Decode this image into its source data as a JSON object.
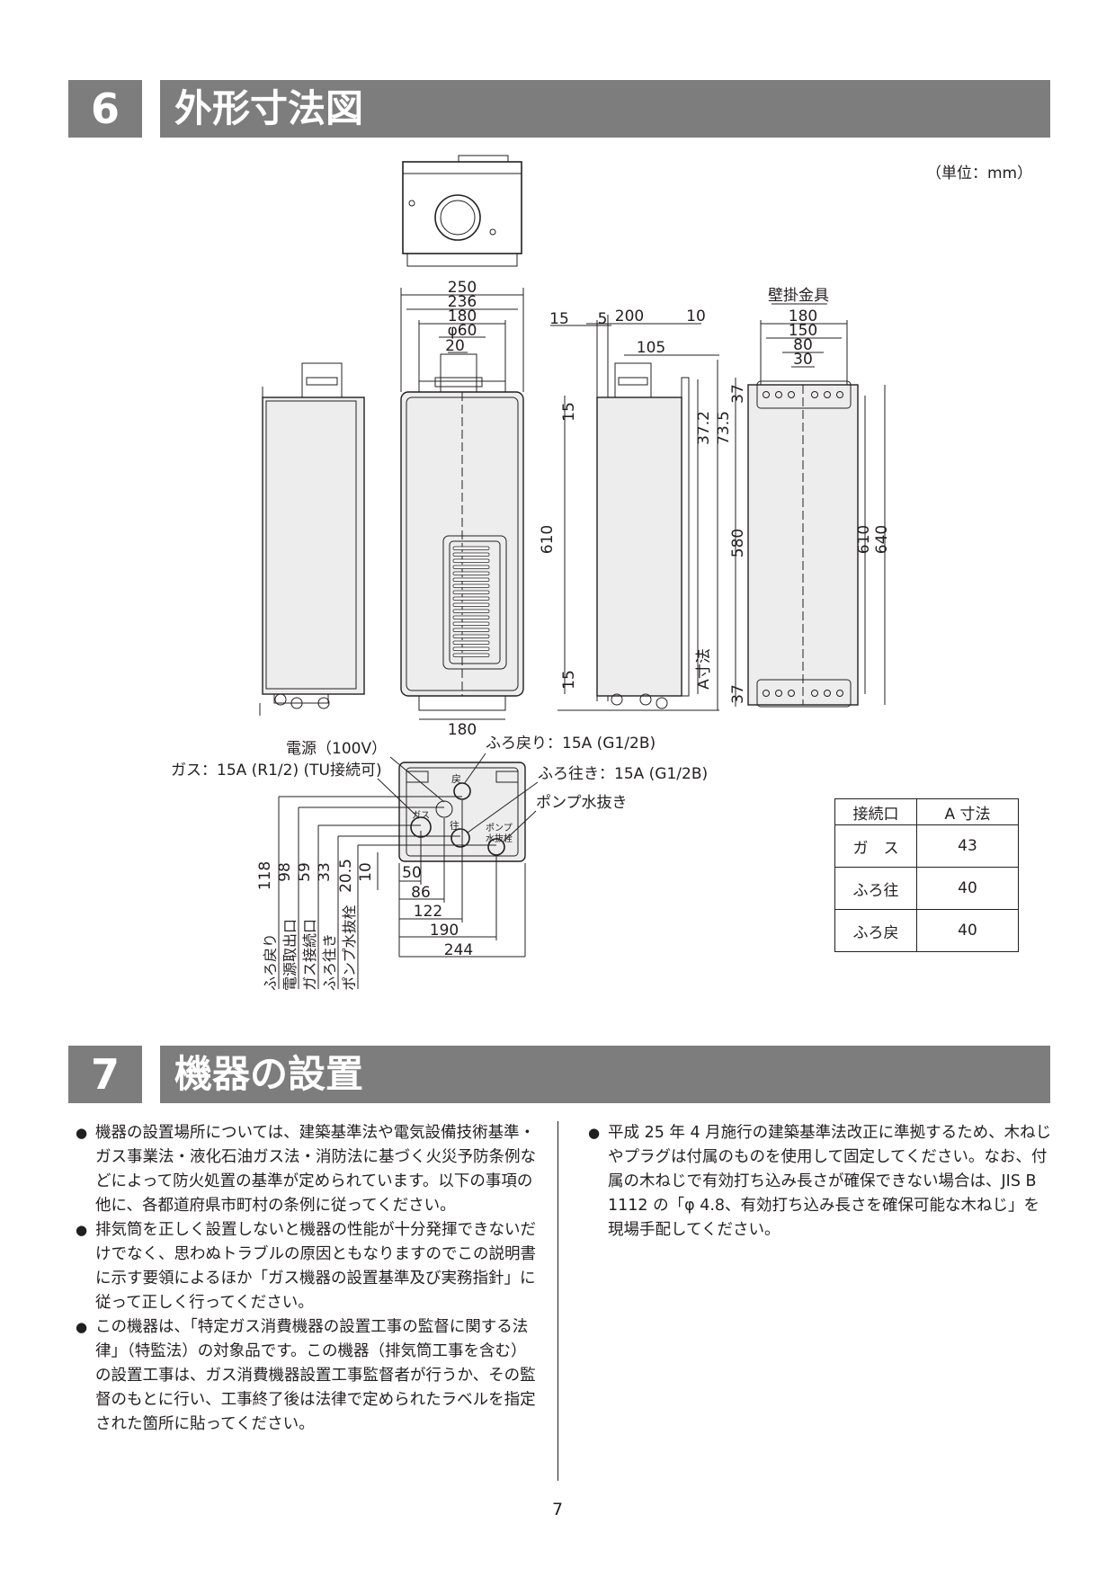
{
  "section6": {
    "number": "6",
    "title": "外形寸法図"
  },
  "section7": {
    "number": "7",
    "title": "機器の設置"
  },
  "drawing": {
    "unit_note": "（単位：mm）",
    "wall_bracket_label": "壁掛金具",
    "front_dims": {
      "d250": "250",
      "d236": "236",
      "d180": "180",
      "phi60": "φ60",
      "d20": "20",
      "bottom180": "180"
    },
    "side_dims": {
      "d15a": "15",
      "d5": "5",
      "d200": "200",
      "d10": "10",
      "d105": "105",
      "v15a": "15",
      "v610": "610",
      "v15b": "15",
      "v37_2": "37.2",
      "v73_5": "73.5",
      "a_dim": "A寸法"
    },
    "back_dims": {
      "d180": "180",
      "d150": "150",
      "d80": "80",
      "d30": "30",
      "v37a": "37",
      "v580": "580",
      "v37b": "37",
      "v610": "610",
      "v640": "640"
    },
    "bottom_labels": {
      "power": "電源（100V）",
      "gas": "ガス：15A (R1/2) (TU接続可)",
      "bath_return": "ふろ戻り：15A (G1/2B)",
      "bath_supply": "ふろ往き：15A (G1/2B)",
      "pump_drain": "ポンプ水抜き",
      "pump_tag_1": "ポンプ",
      "pump_tag_2": "水抜栓",
      "tag_return": "戻",
      "tag_supply": "往",
      "tag_gas": "ガス"
    },
    "bottom_dims": {
      "v118": "118",
      "v98": "98",
      "v59": "59",
      "v33": "33",
      "v20_5": "20.5",
      "v10": "10",
      "h50": "50",
      "h86": "86",
      "h122": "122",
      "h190": "190",
      "h244": "244"
    },
    "vertical_labels": [
      "ふろ戻り",
      "電源取出口",
      "ガス接続口",
      "ふろ往き",
      "ポンプ水抜栓"
    ]
  },
  "table": {
    "headers": [
      "接続口",
      "A 寸法"
    ],
    "rows": [
      [
        "ガ　ス",
        "43"
      ],
      [
        "ふろ往",
        "40"
      ],
      [
        "ふろ戻",
        "40"
      ]
    ]
  },
  "install_left": [
    "機器の設置場所については、建築基準法や電気設備技術基準・ガス事業法・液化石油ガス法・消防法に基づく火災予防条例などによって防火処置の基準が定められています。以下の事項の他に、各都道府県市町村の条例に従ってください。",
    "排気筒を正しく設置しないと機器の性能が十分発揮できないだけでなく、思わぬトラブルの原因ともなりますのでこの説明書に示す要領によるほか「ガス機器の設置基準及び実務指針」に従って正しく行ってください。",
    "この機器は、「特定ガス消費機器の設置工事の監督に関する法律」（特監法）の対象品です。この機器（排気筒工事を含む）の設置工事は、ガス消費機器設置工事監督者が行うか、その監督のもとに行い、工事終了後は法律で定められたラベルを指定された箇所に貼ってください。"
  ],
  "install_right": [
    "平成 25 年 4 月施行の建築基準法改正に準拠するため、木ねじやプラグは付属のものを使用して固定してください。なお、付属の木ねじで有効打ち込み長さが確保できない場合は、JIS B 1112 の「φ 4.8、有効打ち込み長さを確保可能な木ねじ」を現場手配してください。"
  ],
  "page_number": "7"
}
